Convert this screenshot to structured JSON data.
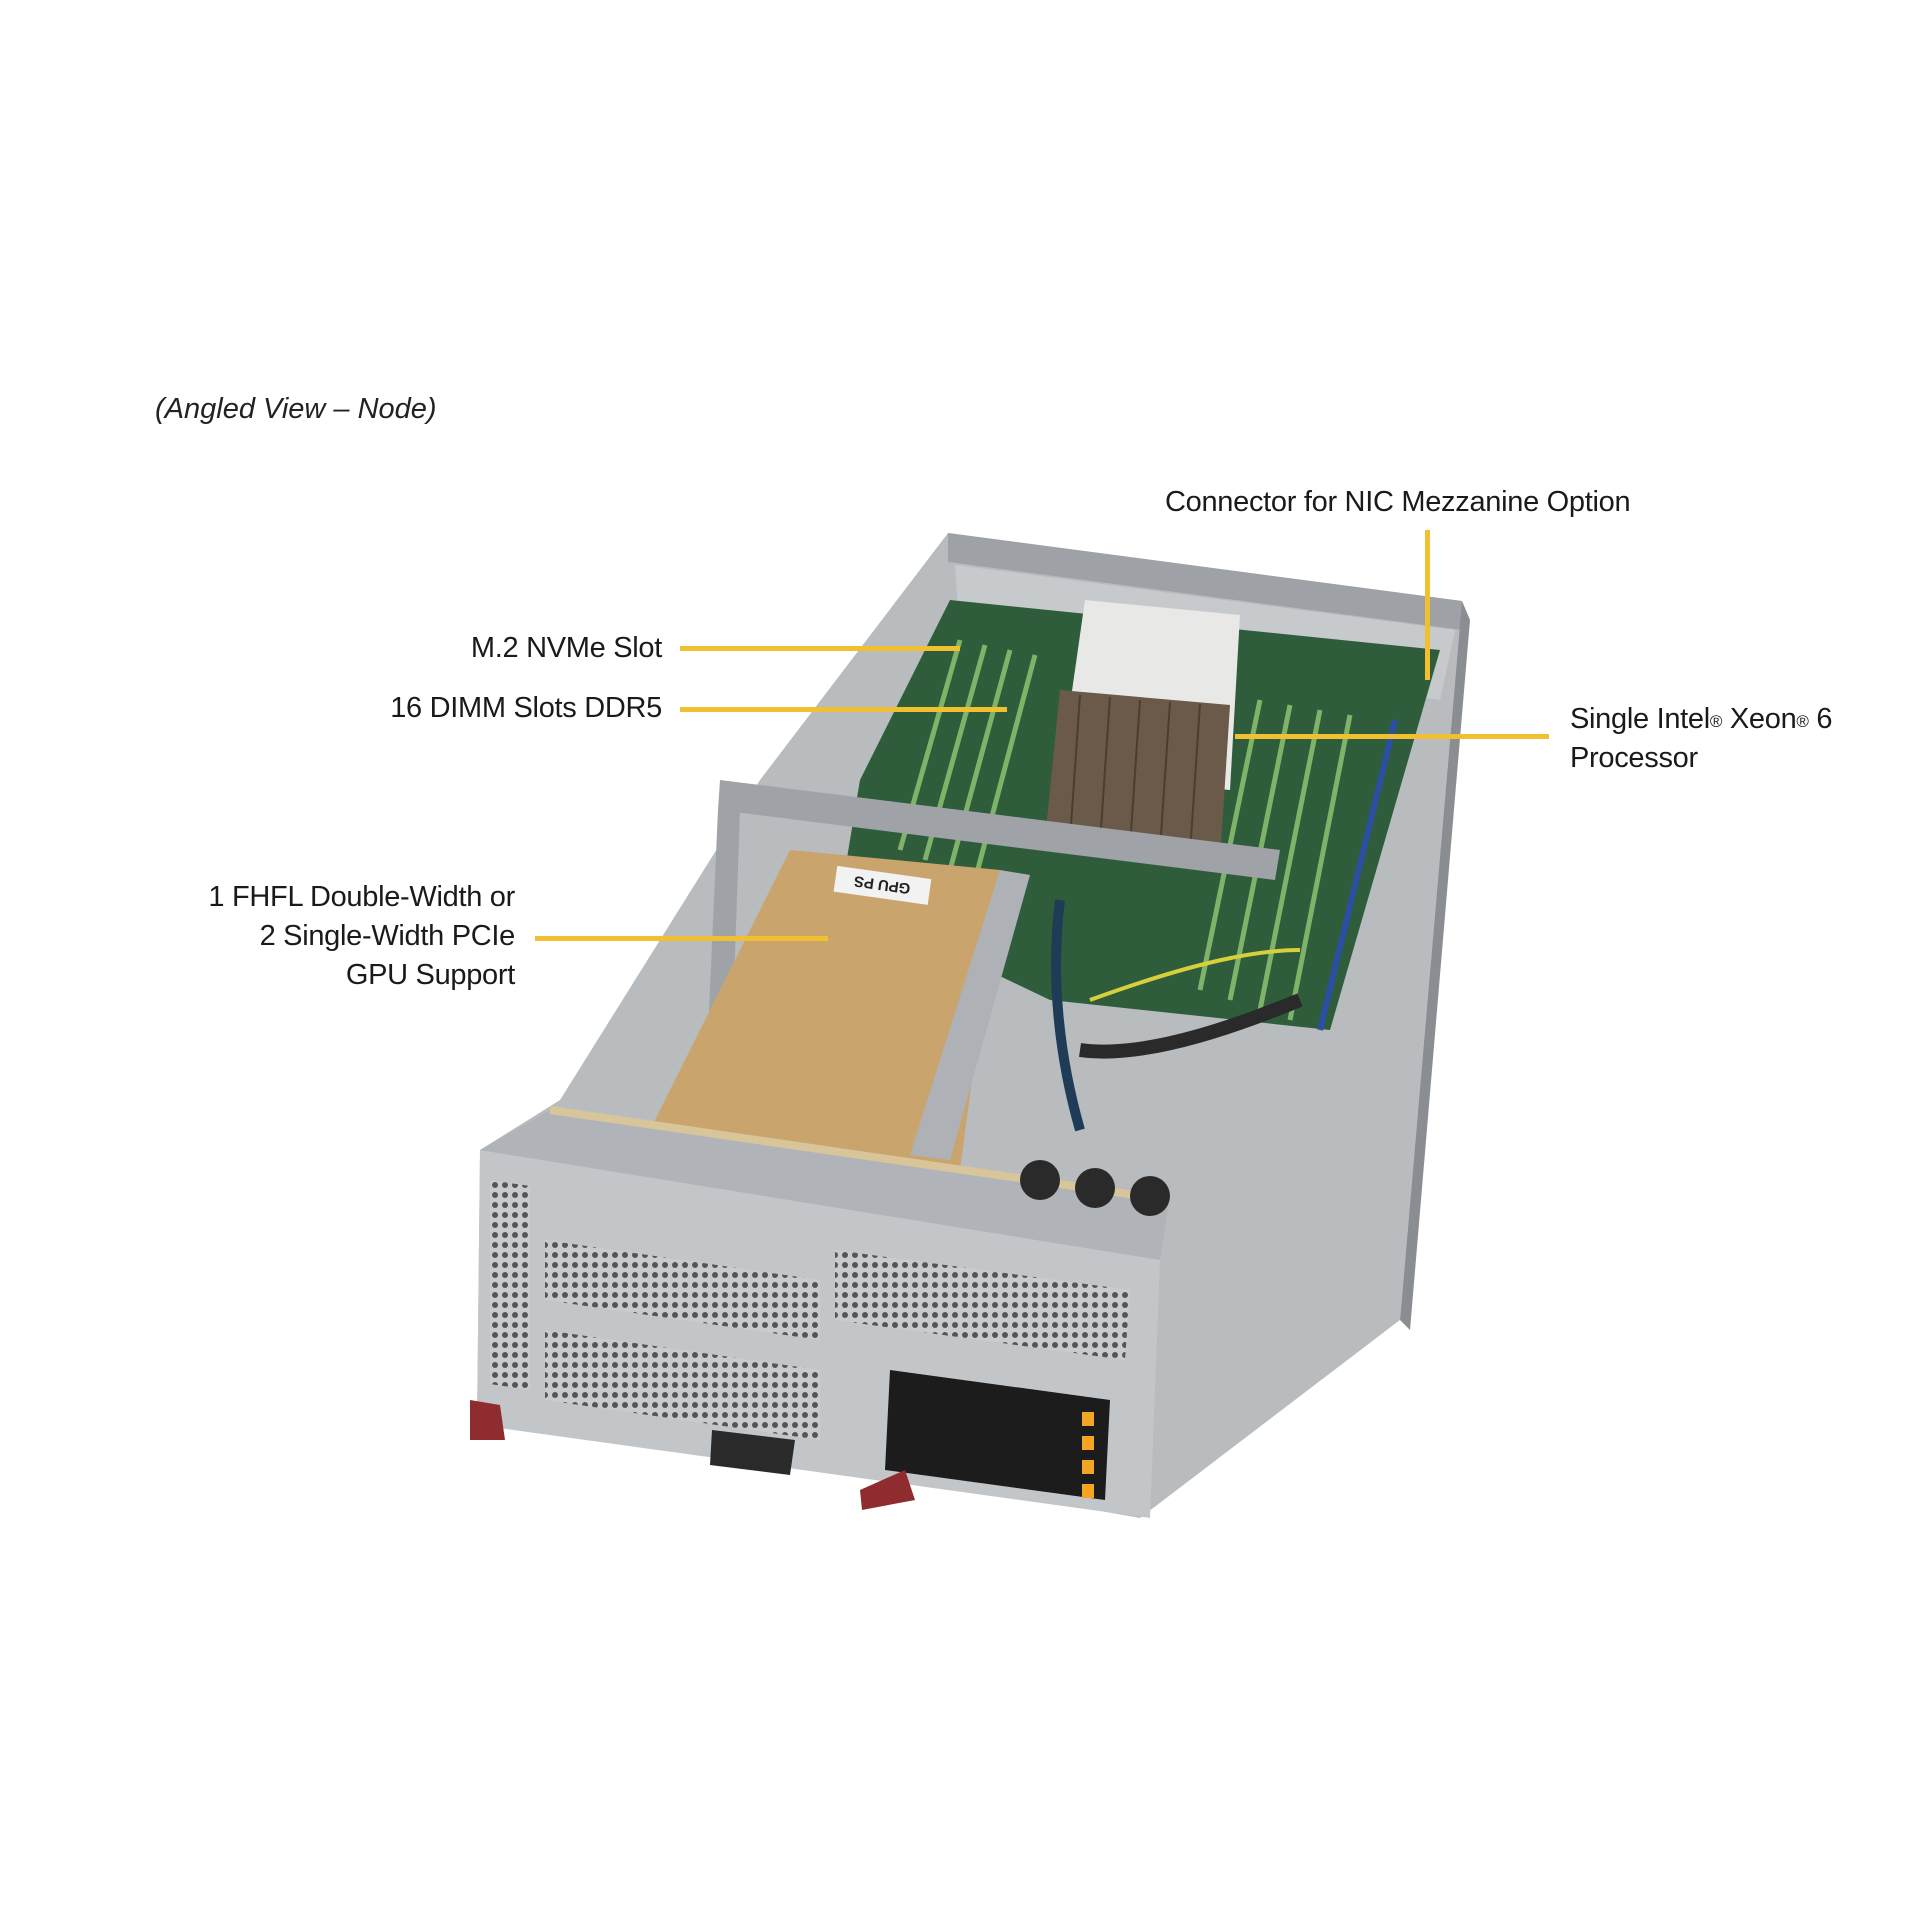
{
  "figure": {
    "title": "(Angled View – Node)",
    "subject": "server-node-angled-photo",
    "leader_color": "#f0c030",
    "gpu_card_label": "GPU PS"
  },
  "callouts": [
    {
      "id": "nic",
      "lines": [
        "Connector for NIC Mezzanine Option"
      ]
    },
    {
      "id": "m2",
      "lines": [
        "M.2 NVMe Slot"
      ]
    },
    {
      "id": "dimm",
      "lines": [
        "16 DIMM Slots DDR5"
      ]
    },
    {
      "id": "cpu",
      "lines": [
        "Single Intel",
        "®",
        " Xeon",
        "®",
        " 6",
        "Processor"
      ]
    },
    {
      "id": "gpu",
      "lines": [
        "1 FHFL Double-Width or",
        "2 Single-Width PCIe",
        "GPU Support"
      ]
    }
  ]
}
